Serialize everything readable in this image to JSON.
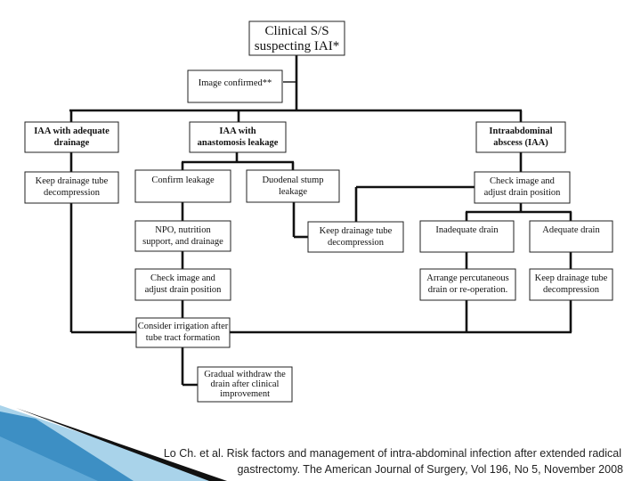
{
  "diagram": {
    "nodes": {
      "clinical": [
        "Clinical S/S",
        "suspecting IAI*"
      ],
      "image_confirmed": [
        "Image confirmed**"
      ],
      "iaa_adequate": [
        "IAA with adequate",
        "drainage"
      ],
      "iaa_leak": [
        "IAA with",
        "anastomosis leakage"
      ],
      "iaa_abscess": [
        "Intraabdominal",
        "abscess (IAA)"
      ],
      "keep_tube_1": [
        "Keep drainage tube",
        "decompression"
      ],
      "confirm_leak": [
        "Confirm leakage"
      ],
      "duodenal": [
        "Duodenal stump",
        "leakage"
      ],
      "check_image_right": [
        "Check image and",
        "adjust drain position"
      ],
      "npo": [
        "NPO, nutrition",
        "support, and drainage"
      ],
      "keep_tube_2": [
        "Keep drainage tube",
        "decompression"
      ],
      "inadequate": [
        "Inadequate drain"
      ],
      "adequate": [
        "Adequate drain"
      ],
      "check_image_left": [
        "Check image and",
        "adjust drain position"
      ],
      "arrange": [
        "Arrange percutaneous",
        "drain or re-operation."
      ],
      "keep_tube_3": [
        "Keep drainage tube",
        "decompression"
      ],
      "irrigation": [
        "Consider irrigation after",
        "tube tract formation"
      ],
      "withdraw": [
        "Gradual withdraw the",
        "drain after clinical",
        "improvement"
      ]
    }
  },
  "citation": {
    "line1": "Lo Ch. et al. Risk factors and management of intra-abdominal infection after extended radical",
    "line2": "gastrectomy. The American Journal of Surgery, Vol 196, No 5, November 2008"
  },
  "colors": {
    "decor_blue": "#3d8fc4",
    "decor_light": "#a9d3ea",
    "decor_dark": "#111111"
  }
}
